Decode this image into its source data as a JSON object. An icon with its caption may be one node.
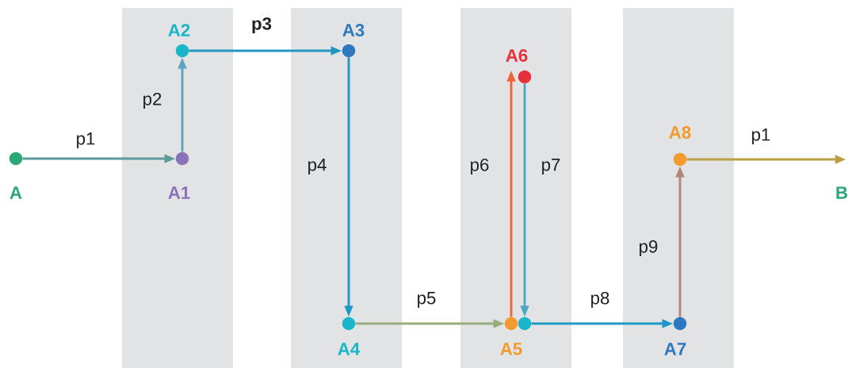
{
  "diagram": {
    "nodes": [
      {
        "text": [
          "A"
        ]
      },
      {
        "text": [
          "A1"
        ]
      },
      {
        "text": [
          "A2"
        ]
      },
      {
        "text": [
          "A3"
        ]
      },
      {
        "text": [
          "A4"
        ]
      },
      {
        "text": [
          "A5"
        ]
      },
      {
        "text": [
          "A6"
        ]
      },
      {
        "text": [
          "A7"
        ]
      },
      {
        "text": [
          "A8"
        ]
      },
      {
        "text": [
          "B"
        ]
      }
    ],
    "edges": [
      {
        "from": 0,
        "to": 1,
        "arrow": "to",
        "label": "p1",
        "color": "#5f9a9a"
      },
      {
        "from": 1,
        "to": 2,
        "arrow": "to",
        "label": "p2",
        "color": "#5fa4c0"
      },
      {
        "from": 2,
        "to": 3,
        "arrow": "to",
        "label": "p3",
        "color": "#2397c4"
      },
      {
        "from": 3,
        "to": 4,
        "arrow": "to",
        "label": "p4",
        "color": "#2197c6"
      },
      {
        "from": 4,
        "to": 5,
        "arrow": "to",
        "label": "p5",
        "color": "#9aae7c"
      },
      {
        "from": 5,
        "to": 6,
        "arrow": "to",
        "label": "p6",
        "color": "#f0663a"
      },
      {
        "from": 6,
        "to": 5,
        "arrow": "to",
        "label": "p7",
        "color": "#4fa8be"
      },
      {
        "from": 5,
        "to": 7,
        "arrow": "to",
        "label": "p8",
        "color": "#1f98c6"
      },
      {
        "from": 7,
        "to": 8,
        "arrow": "to",
        "label": "p9",
        "color": "#b0887a"
      },
      {
        "from": 8,
        "to": 9,
        "arrow": "to",
        "label": "p1",
        "color": "#b9a044"
      }
    ]
  }
}
